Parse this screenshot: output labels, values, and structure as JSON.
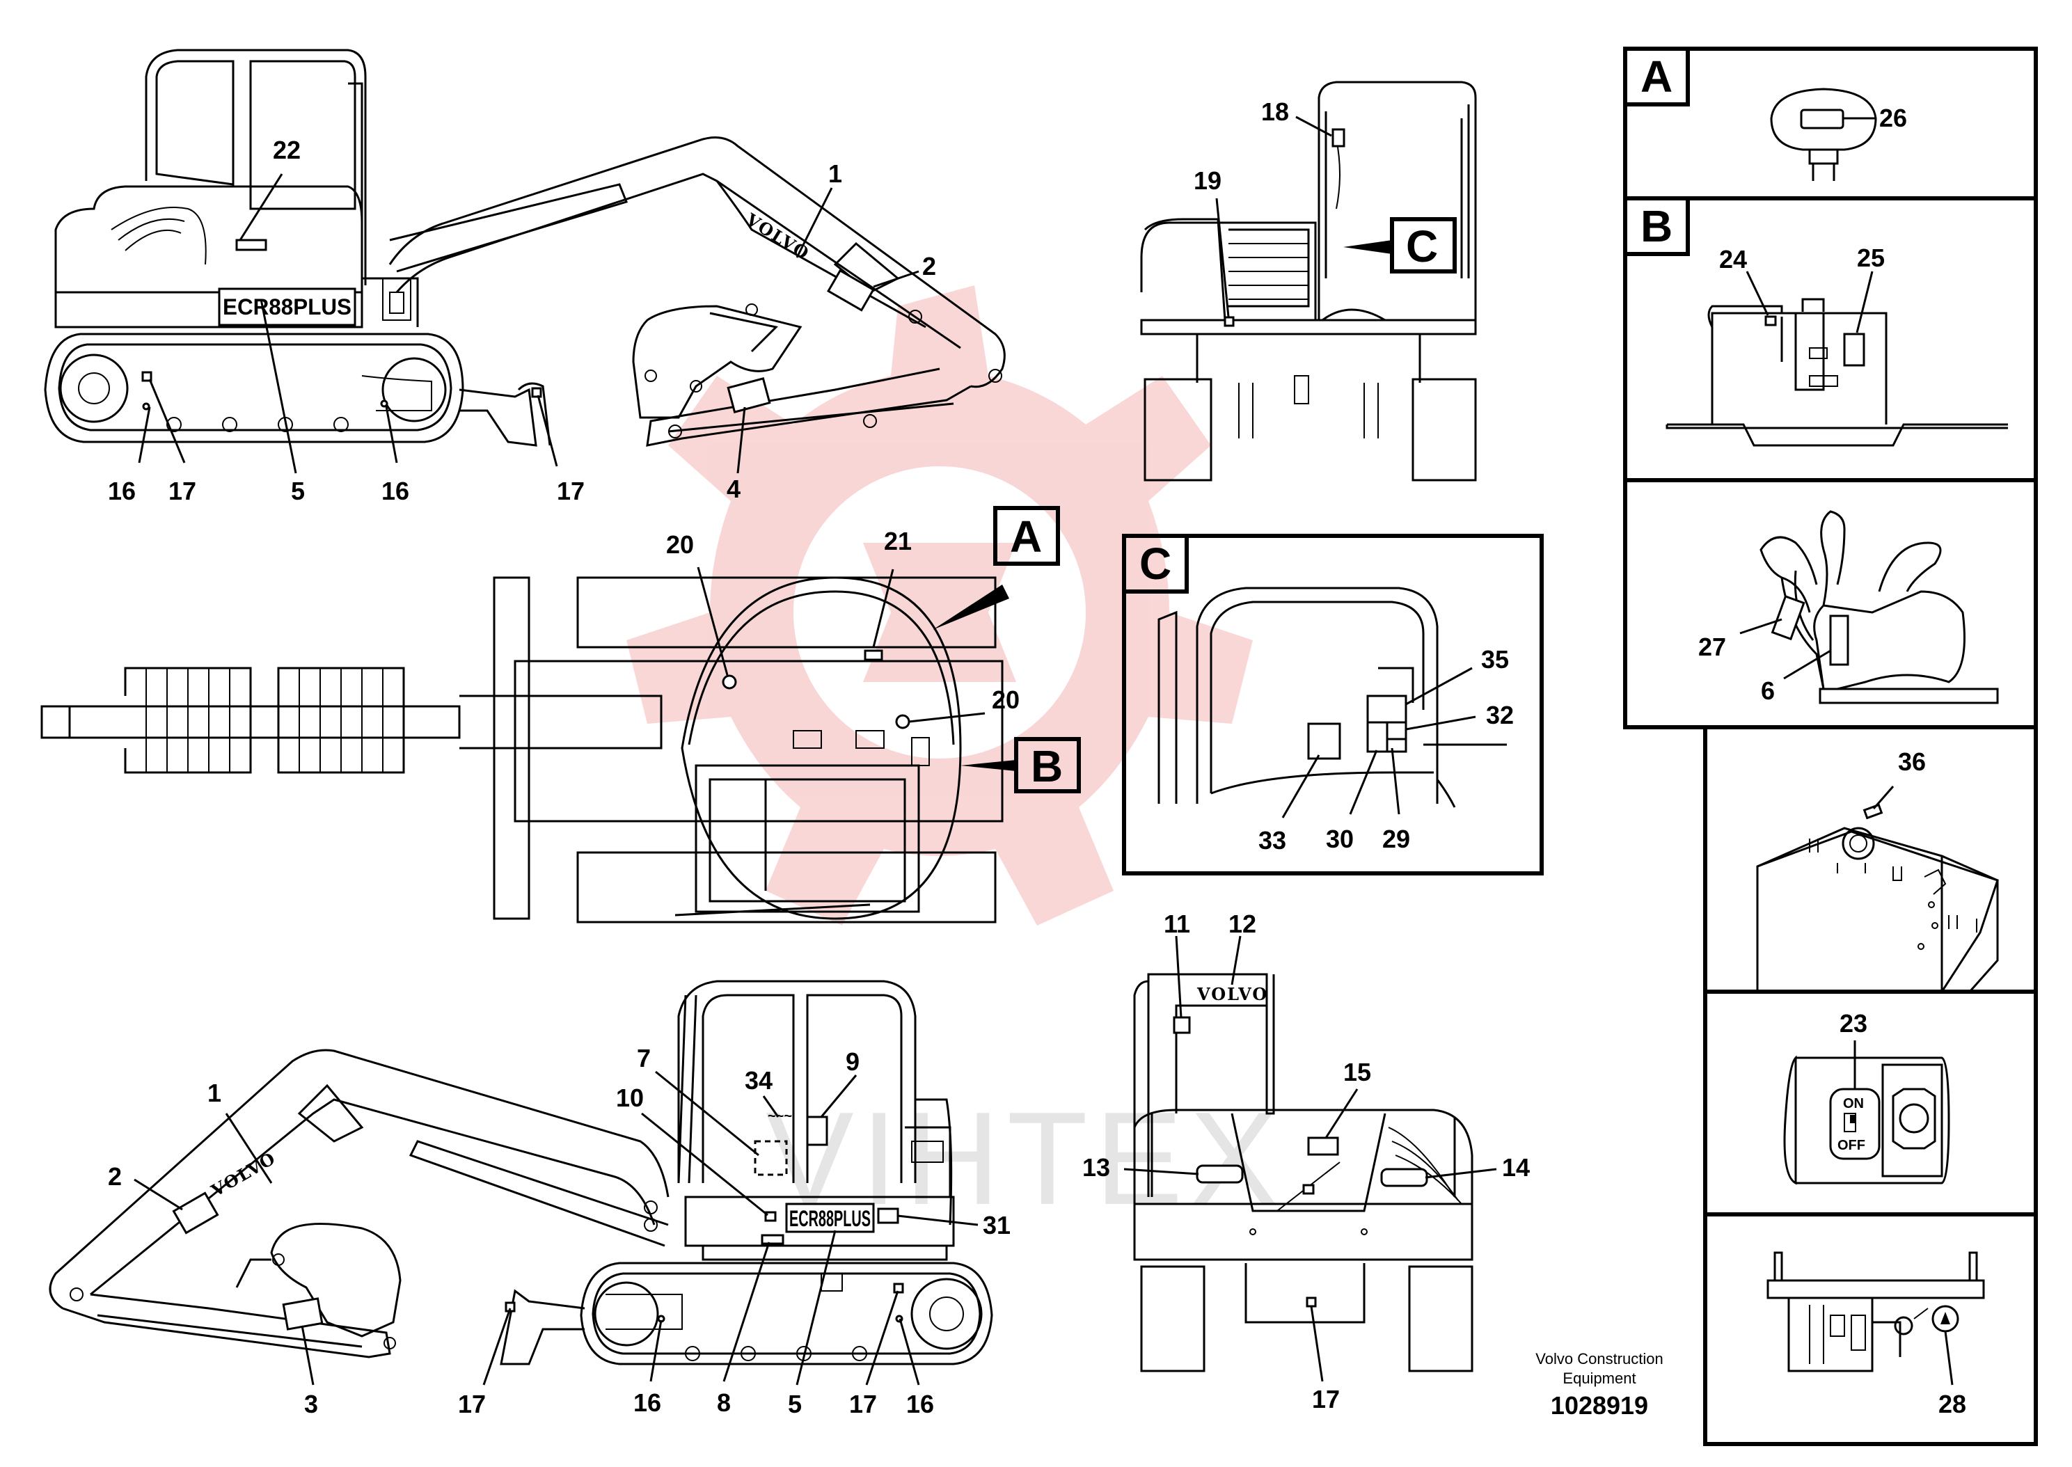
{
  "views": {
    "left_side": {
      "callouts": [
        "22",
        "1",
        "2",
        "16",
        "17",
        "5",
        "16",
        "17",
        "4"
      ],
      "decals": {
        "brand": "VOLVO",
        "model": "ECR88PLUS"
      }
    },
    "rear_top": {
      "callouts": [
        "18",
        "19",
        "C"
      ]
    },
    "top_view": {
      "callouts": [
        "20",
        "21",
        "20",
        "A",
        "B"
      ]
    },
    "detail_c": {
      "letter": "C",
      "callouts": [
        "35",
        "32",
        "33",
        "30",
        "29"
      ]
    },
    "right_side": {
      "callouts": [
        "1",
        "2",
        "7",
        "10",
        "34",
        "9",
        "31",
        "3",
        "17",
        "16",
        "8",
        "5",
        "17",
        "16"
      ],
      "decals": {
        "brand": "VOLVO",
        "model": "ECR88PLUS"
      }
    },
    "rear_bottom": {
      "callouts": [
        "11",
        "12",
        "15",
        "13",
        "14",
        "17"
      ],
      "decals": {
        "brand": "VOLVO"
      }
    }
  },
  "panels": {
    "A": {
      "letter": "A",
      "callouts": [
        "26"
      ]
    },
    "B": {
      "letter": "B",
      "callouts": [
        "24",
        "25"
      ]
    },
    "p3": {
      "callouts": [
        "27",
        "6"
      ]
    },
    "p4": {
      "callouts": [
        "36"
      ]
    },
    "p5": {
      "callouts": [
        "23"
      ],
      "switch_on": "ON",
      "switch_off": "OFF"
    },
    "p6": {
      "callouts": [
        "28"
      ]
    }
  },
  "footer": {
    "company_line1": "Volvo Construction",
    "company_line2": "Equipment",
    "doc_number": "1028919"
  },
  "watermark": {
    "text": "VIHTEX",
    "color": "#e84a4a"
  }
}
